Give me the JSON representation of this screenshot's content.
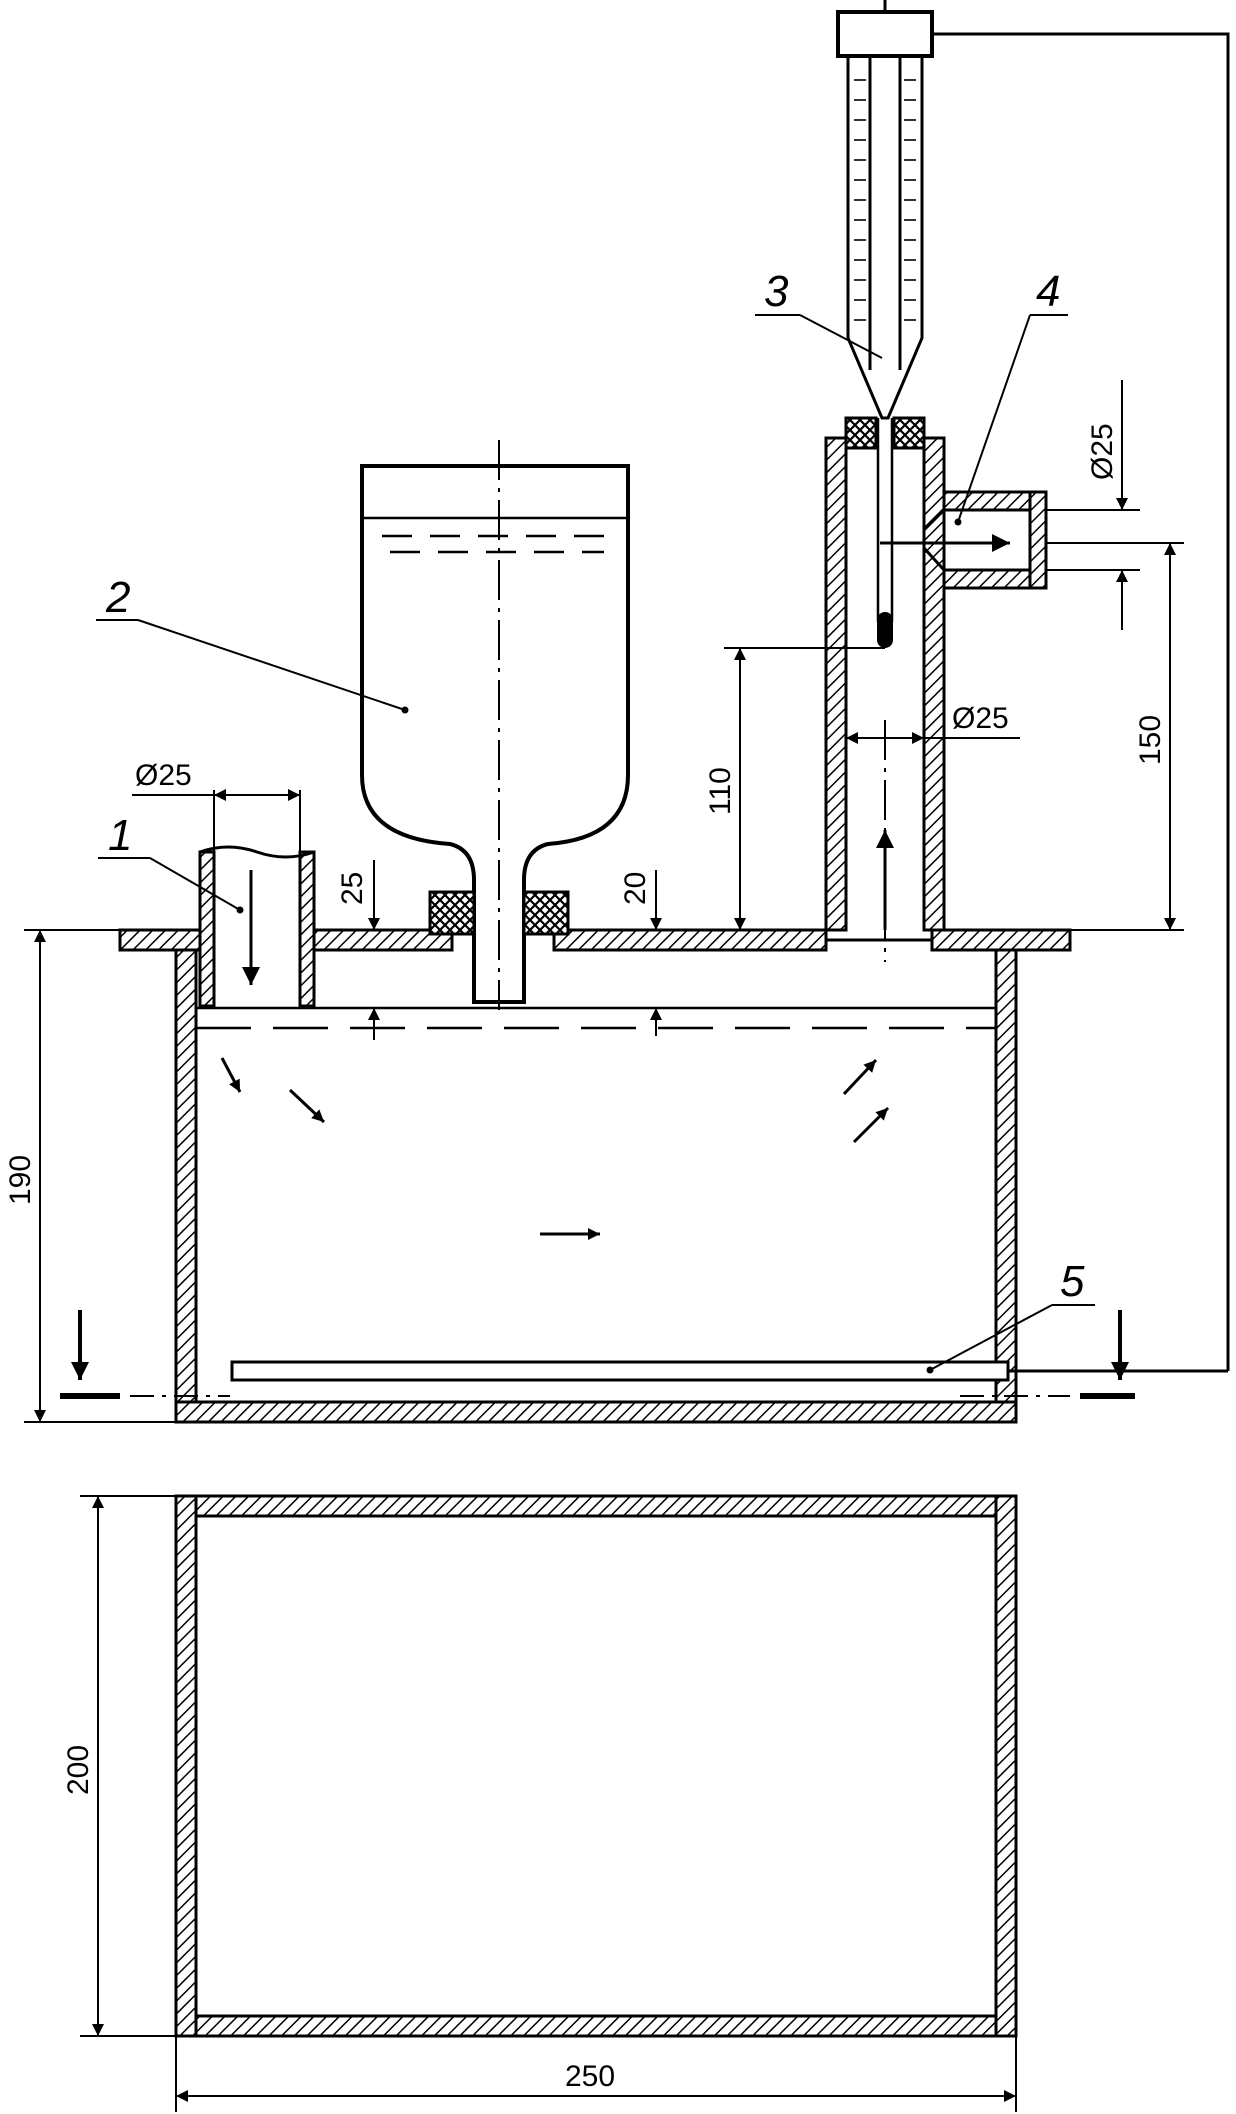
{
  "drawing": {
    "callouts": [
      "1",
      "2",
      "3",
      "4",
      "5"
    ],
    "dimensions": {
      "inlet_diameter": "Ø25",
      "outlet_diameter": "Ø25",
      "riser_diameter": "Ø25",
      "bottle_immersion": "25",
      "inlet_immersion": "20",
      "thermometer_height": "110",
      "outlet_height": "150",
      "tank_height": "190",
      "tank_depth": "200",
      "tank_width": "250"
    }
  }
}
